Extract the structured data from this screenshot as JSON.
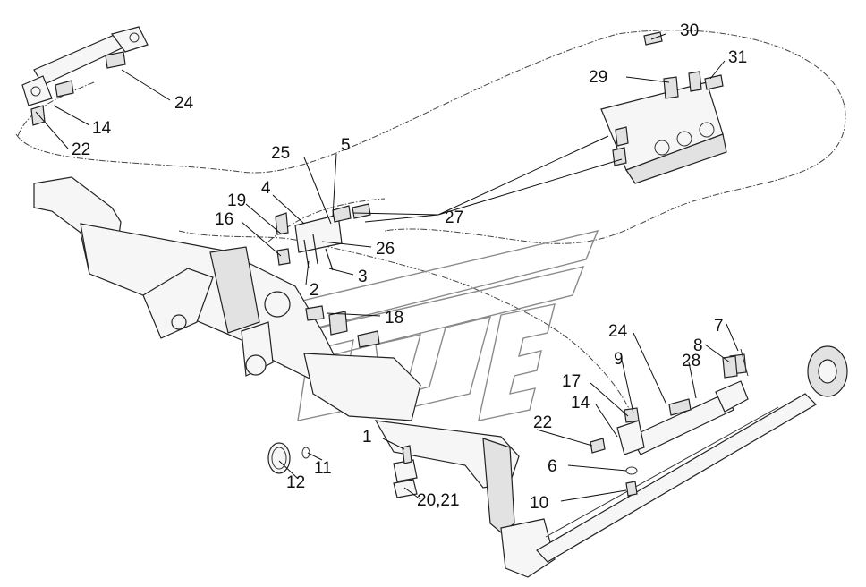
{
  "diagram": {
    "callouts": [
      {
        "id": "1",
        "text": "1"
      },
      {
        "id": "2",
        "text": "2"
      },
      {
        "id": "3",
        "text": "3"
      },
      {
        "id": "4",
        "text": "4"
      },
      {
        "id": "5",
        "text": "5"
      },
      {
        "id": "6",
        "text": "6"
      },
      {
        "id": "7",
        "text": "7"
      },
      {
        "id": "8",
        "text": "8"
      },
      {
        "id": "9",
        "text": "9"
      },
      {
        "id": "10",
        "text": "10"
      },
      {
        "id": "11",
        "text": "11"
      },
      {
        "id": "12",
        "text": "12"
      },
      {
        "id": "14a",
        "text": "14"
      },
      {
        "id": "14b",
        "text": "14"
      },
      {
        "id": "16",
        "text": "16"
      },
      {
        "id": "17",
        "text": "17"
      },
      {
        "id": "18",
        "text": "18"
      },
      {
        "id": "19",
        "text": "19"
      },
      {
        "id": "20_21",
        "text": "20,21"
      },
      {
        "id": "22a",
        "text": "22"
      },
      {
        "id": "22b",
        "text": "22"
      },
      {
        "id": "24a",
        "text": "24"
      },
      {
        "id": "24b",
        "text": "24"
      },
      {
        "id": "25",
        "text": "25"
      },
      {
        "id": "26",
        "text": "26"
      },
      {
        "id": "27",
        "text": "27"
      },
      {
        "id": "28",
        "text": "28"
      },
      {
        "id": "29",
        "text": "29"
      },
      {
        "id": "30",
        "text": "30"
      },
      {
        "id": "31",
        "text": "31"
      }
    ],
    "colors": {
      "line": "#222222",
      "background": "#ffffff",
      "watermark": "#8a8a8a"
    }
  }
}
